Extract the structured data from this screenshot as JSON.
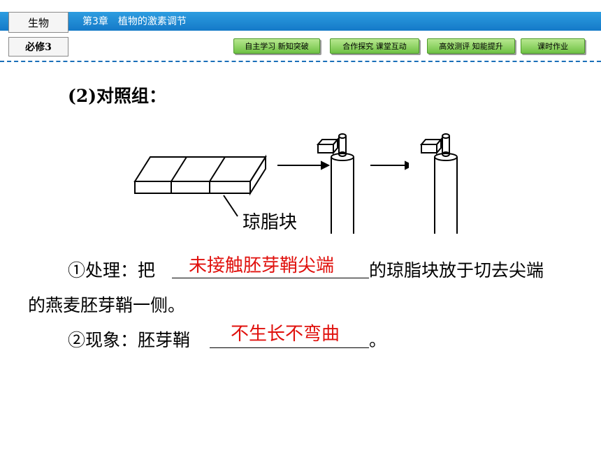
{
  "header": {
    "subject": "生物",
    "book": "必修3",
    "chapter": "第3章　植物的激素调节",
    "nav": [
      {
        "label": "自主学习  新知突破"
      },
      {
        "label": "合作探究  课堂互动"
      },
      {
        "label": "高效测评  知能提升"
      },
      {
        "label": "课时作业"
      }
    ]
  },
  "content": {
    "heading": "(2)对照组：",
    "figure_label": "琼脂块",
    "item1": {
      "prefix": "①处理：把",
      "answer": "未接触胚芽鞘尖端",
      "suffix": "的琼脂块放于切去尖端",
      "line2": "的燕麦胚芽鞘一侧。"
    },
    "item2": {
      "prefix": "②现象：胚芽鞘",
      "answer": "不生长不弯曲",
      "suffix": "。"
    }
  }
}
